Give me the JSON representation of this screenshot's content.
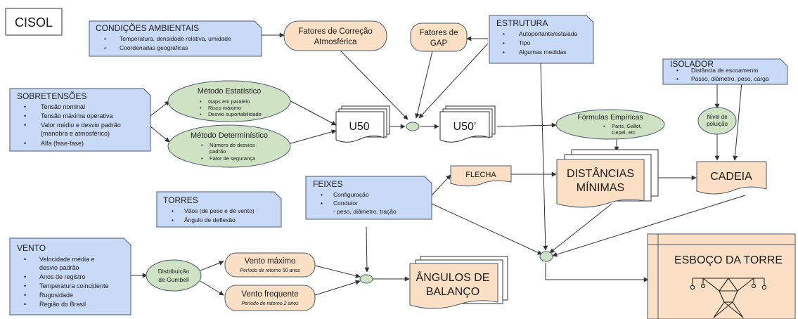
{
  "cisol": "CISOL",
  "condicoes": {
    "title": "CONDIÇÕES AMBIENTAIS",
    "items": [
      "Temperatura, densidade relativa, umidade",
      "Coordenadas geográficas"
    ]
  },
  "fatores_correcao": [
    "Fatores de Correção",
    "Atmosférica"
  ],
  "fatores_gap": [
    "Fatores de",
    "GAP"
  ],
  "estrutura": {
    "title": "ESTRUTURA",
    "items": [
      "Autoportante/estaiada",
      "Tipo",
      "Algumas medidas"
    ]
  },
  "isolador": {
    "title": "ISOLADOR",
    "items": [
      "Distância de escoamento",
      "Passo, diâmetro, peso, carga"
    ]
  },
  "sobretensoes": {
    "title": "SOBRETENSÕES",
    "items": [
      "Tensão nominal",
      "Tensão máxima operativa",
      "Valor médio e desvio padrão",
      "(manobra e atmosférico)",
      "Alfa (fase-fase)"
    ]
  },
  "metodo_estatistico": {
    "title": "Método Estatístico",
    "items": [
      "Gaps em paralelo",
      "Risco máximo",
      "Desvio suportabilidade"
    ]
  },
  "metodo_deterministico": {
    "title": "Método Determinístico",
    "items": [
      "Número de desvios",
      "padrão",
      "Fator de segurança"
    ]
  },
  "u50": "U50",
  "u50_prime": "U50’",
  "formulas": {
    "title": "Fórmulas Empíricas",
    "items": [
      "Paris, Gallet,",
      "Cepel, etc"
    ]
  },
  "nivel_poluicao": [
    "Nível de",
    "poluição"
  ],
  "flecha": "FLECHA",
  "distancias": [
    "DISTÂNCIAS",
    "MÍNIMAS"
  ],
  "cadeia": "CADEIA",
  "feixes": {
    "title": "FEIXES",
    "items": [
      "Configuração",
      "Condutor"
    ],
    "extra": "- peso, diâmetro, tração"
  },
  "torres": {
    "title": "TORRES",
    "items": [
      "Vãos (de peso e de vento)",
      "Ângulo de deflexão"
    ]
  },
  "vento": {
    "title": "VENTO",
    "items": [
      "Velocidade média e",
      "desvio padrão",
      "Anos de registro",
      "Temperatura coincidente",
      "Rugosidade",
      "Região do Brasil"
    ]
  },
  "distribuicao": [
    "Distribuição",
    "de Gumbell"
  ],
  "vento_maximo": {
    "title": "Vento máximo",
    "sub": "Período de retorno 50 anos"
  },
  "vento_frequente": {
    "title": "Vento frequente",
    "sub": "Período de retorno 2 anos"
  },
  "angulos": [
    "ÂNGULOS DE",
    "BALANÇO"
  ],
  "esboco": "ESBOÇO DA TORRE",
  "colors": {
    "blue_box": "#c9daf8",
    "green_oval": "#cfe3c4",
    "orange_box": "#fbe0c6",
    "outline": "#4a5a70"
  }
}
